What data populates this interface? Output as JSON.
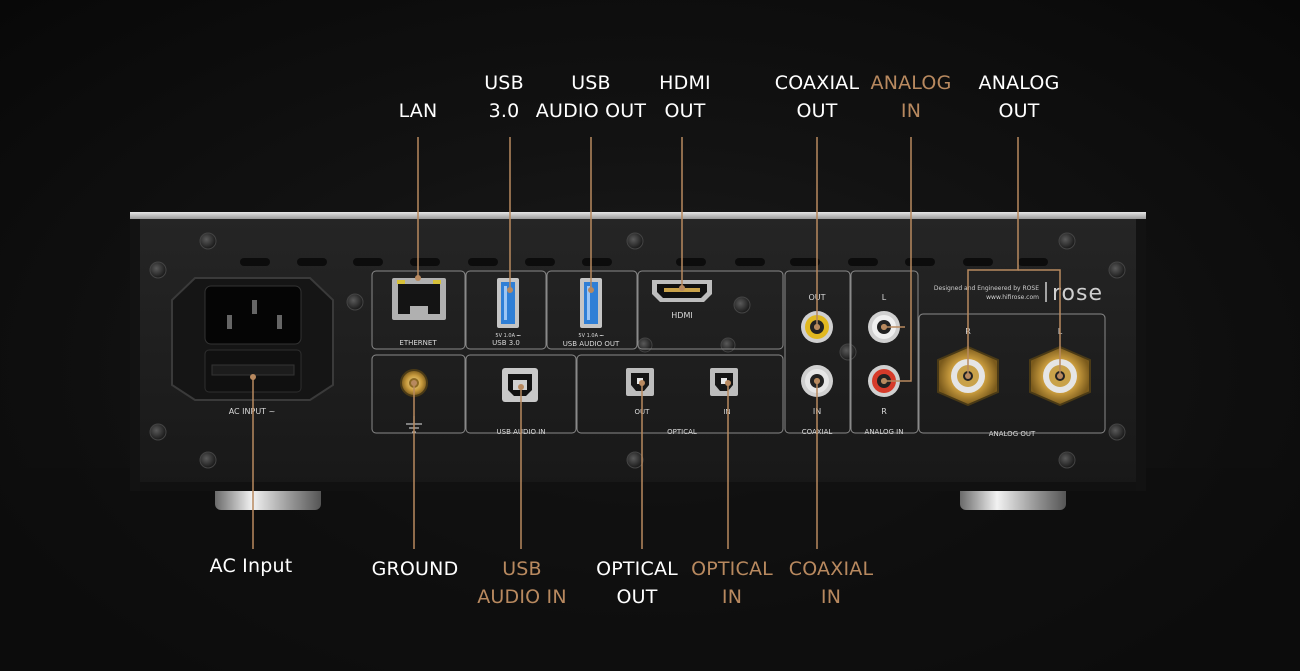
{
  "callouts_top": [
    {
      "id": "lan",
      "lines": [
        "LAN"
      ],
      "color": "#ffffff"
    },
    {
      "id": "usb30",
      "lines": [
        "USB",
        "3.0"
      ],
      "color": "#ffffff"
    },
    {
      "id": "usb_audio_out",
      "lines": [
        "USB",
        "AUDIO OUT"
      ],
      "color": "#ffffff"
    },
    {
      "id": "hdmi_out",
      "lines": [
        "HDMI",
        "OUT"
      ],
      "color": "#ffffff"
    },
    {
      "id": "coaxial_out",
      "lines": [
        "COAXIAL",
        "OUT"
      ],
      "color": "#ffffff"
    },
    {
      "id": "analog_in",
      "lines": [
        "ANALOG",
        "IN"
      ],
      "color": "#b8895f"
    },
    {
      "id": "analog_out",
      "lines": [
        "ANALOG",
        "OUT"
      ],
      "color": "#ffffff"
    }
  ],
  "callouts_bottom": [
    {
      "id": "ac_input",
      "lines": [
        "AC Input"
      ],
      "color": "#ffffff"
    },
    {
      "id": "ground",
      "lines": [
        "GROUND"
      ],
      "color": "#ffffff"
    },
    {
      "id": "usb_audio_in",
      "lines": [
        "USB",
        "AUDIO IN"
      ],
      "color": "#b8895f"
    },
    {
      "id": "optical_out",
      "lines": [
        "OPTICAL",
        "OUT"
      ],
      "color": "#ffffff"
    },
    {
      "id": "optical_in",
      "lines": [
        "OPTICAL",
        "IN"
      ],
      "color": "#b8895f"
    },
    {
      "id": "coaxial_in",
      "lines": [
        "COAXIAL",
        "IN"
      ],
      "color": "#b8895f"
    }
  ],
  "panel_labels": {
    "ac_input": "AC INPUT ~",
    "ethernet": "ETHERNET",
    "usb30": "USB 3.0",
    "usb_audio_out": "USB AUDIO OUT",
    "usb_spec_1": "5V 1.0A ⎓",
    "usb_spec_2": "5V 1.0A ⎓",
    "hdmi": "HDMI",
    "usb_audio_in": "USB AUDIO IN",
    "optical": "OPTICAL",
    "optical_out": "OUT",
    "optical_in": "IN",
    "coaxial": "COAXIAL",
    "coaxial_out": "OUT",
    "coaxial_in": "IN",
    "analog_in": "ANALOG IN",
    "analog_in_l": "L",
    "analog_in_r": "R",
    "analog_out": "ANALOG OUT",
    "analog_out_r": "R",
    "analog_out_l": "L",
    "designed": "Designed and Engineered by ROSE",
    "url": "www.hifirose.com",
    "brand": "rose"
  },
  "colors": {
    "callout_out": "#ffffff",
    "callout_in": "#b8895f",
    "leader_line": "#b8895f",
    "chassis": "#1f1f1f",
    "top_cover": "#c9c9c9",
    "usb_blue": "#2f7fd6",
    "gold": "#c9a24a"
  }
}
